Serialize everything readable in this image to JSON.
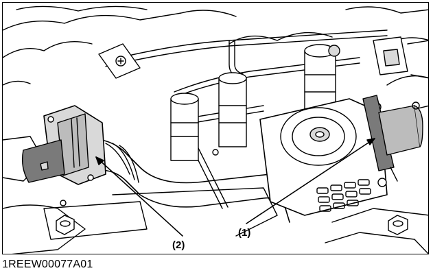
{
  "figure": {
    "callouts": [
      {
        "id": "1",
        "label": "(1)"
      },
      {
        "id": "2",
        "label": "(2)"
      }
    ],
    "code": "1REEW00077A01"
  },
  "colors": {
    "line": "#000000",
    "shade_light": "#d9d9d9",
    "shade_mid": "#bcbcbc",
    "shade_dark": "#7a7a7a",
    "paper": "#ffffff"
  }
}
